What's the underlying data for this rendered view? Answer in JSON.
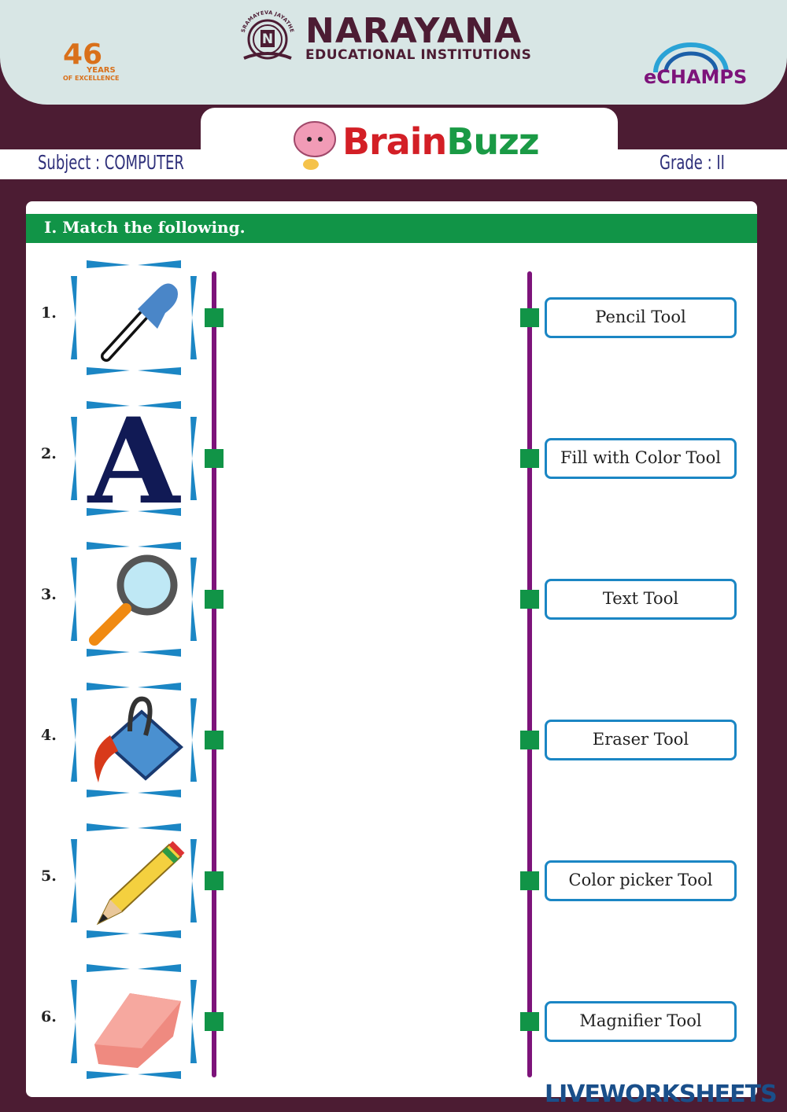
{
  "header": {
    "brand": "NARAYANA",
    "brand_sub": "EDUCATIONAL INSTITUTIONS",
    "motto": "SRAMAYEVA JAYATHE",
    "years_badge": "46",
    "years_text": "YEARS",
    "years_sub": "OF EXCELLENCE",
    "echamps": "eCHAMPS",
    "brainbuzz": "BrainBuzz",
    "subject": "Subject : COMPUTER",
    "grade": "Grade  : II"
  },
  "section": {
    "title": "I. Match the following."
  },
  "left_items": [
    {
      "num": "1.",
      "icon": "color-picker-icon"
    },
    {
      "num": "2.",
      "icon": "text-a-icon"
    },
    {
      "num": "3.",
      "icon": "magnifier-icon"
    },
    {
      "num": "4.",
      "icon": "paint-bucket-icon"
    },
    {
      "num": "5.",
      "icon": "pencil-icon"
    },
    {
      "num": "6.",
      "icon": "eraser-icon"
    }
  ],
  "right_items": [
    "Pencil Tool",
    "Fill with Color Tool",
    "Text Tool",
    "Eraser Tool",
    "Color picker Tool",
    "Magnifier Tool"
  ],
  "footer": {
    "watermark": "LIVEWORKSHEETS"
  },
  "colors": {
    "maroon": "#4c1c33",
    "green": "#119447",
    "purple": "#7d137a",
    "blue": "#1b86c4"
  }
}
